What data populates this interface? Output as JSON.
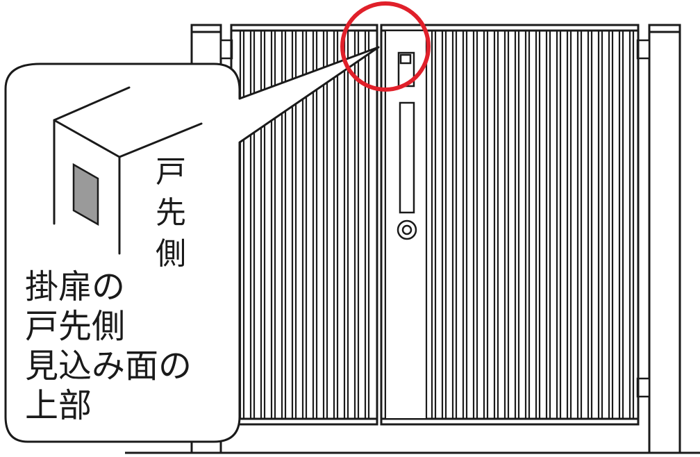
{
  "callout": {
    "side_label": "戸先側",
    "main_label_lines": [
      "掛扉の",
      "戸先側",
      "見込み面の",
      "上部"
    ]
  },
  "colors": {
    "line": "#1a1a1a",
    "highlight_circle": "#e0202a",
    "marker_fill": "#9a9a9a",
    "background": "#ffffff"
  }
}
